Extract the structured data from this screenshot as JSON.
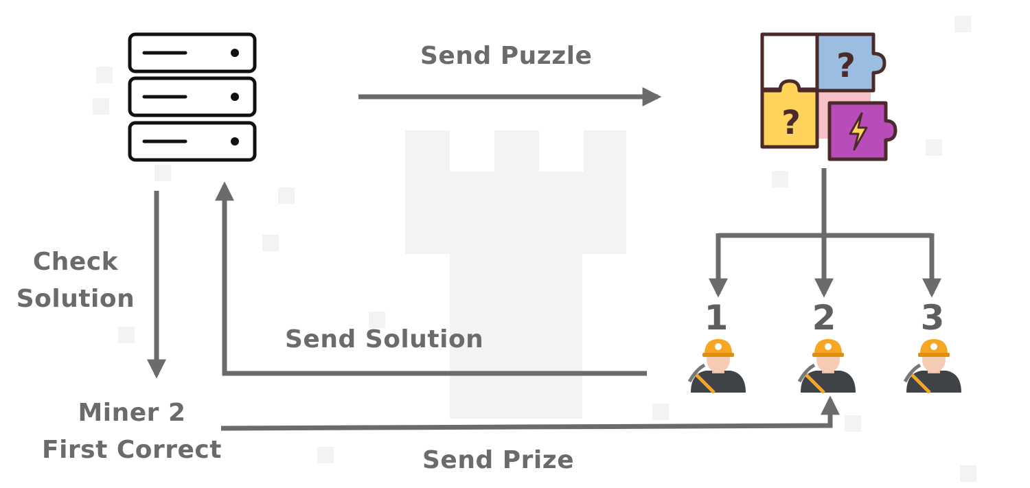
{
  "labels": {
    "send_puzzle": "Send Puzzle",
    "check_solution_line1": "Check",
    "check_solution_line2": "Solution",
    "send_solution": "Send Solution",
    "winner_line1": "Miner 2",
    "winner_line2": "First Correct",
    "send_prize": "Send Prize"
  },
  "miners": [
    {
      "number": "1"
    },
    {
      "number": "2"
    },
    {
      "number": "3"
    }
  ],
  "icons": {
    "server": "server-icon",
    "puzzle": "puzzle-icon",
    "miner": "miner-icon"
  },
  "colors": {
    "arrow": "#6b6b6b",
    "text": "#6b6b6b",
    "puzzle_blue": "#9bbde0",
    "puzzle_yellow": "#ffd25a",
    "puzzle_purple": "#b84cb8",
    "puzzle_pink": "#f6c2c8",
    "helmet": "#f5a623"
  }
}
